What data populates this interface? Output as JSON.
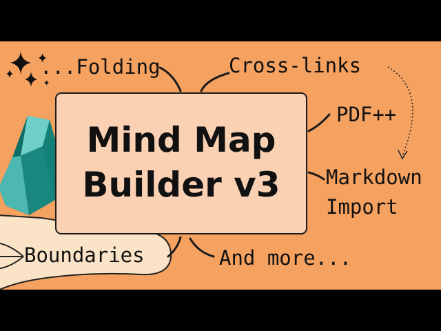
{
  "title": {
    "line1": "Mind Map",
    "line2": "Builder v3"
  },
  "branches": {
    "folding": "...Folding",
    "cross_links": "Cross-links",
    "pdf": "PDF++",
    "markdown": "Markdown",
    "import": "Import",
    "boundaries": "Boundaries",
    "and_more": "And more..."
  },
  "colors": {
    "background": "#F5A160",
    "central_box": "#FBD1B3",
    "boundary_shape": "#FAE3C6",
    "logo_teal": "#1F8E86",
    "text": "#111111"
  },
  "icons": [
    "sparkles-icon",
    "obsidian-logo-icon"
  ]
}
